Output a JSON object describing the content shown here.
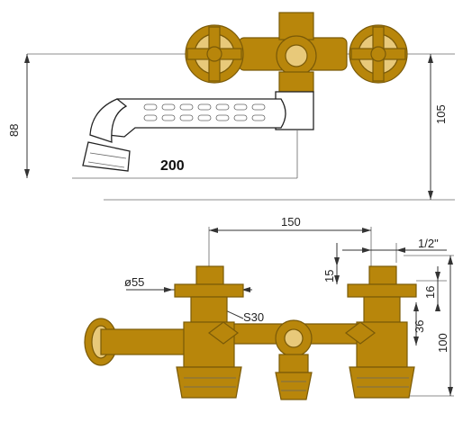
{
  "top_view": {
    "dim_height_left": "88",
    "dim_height_right": "105",
    "dim_spout_length": "200"
  },
  "front_view": {
    "dim_width": "150",
    "dim_thread": "1/2\"",
    "dim_diameter": "ø55",
    "dim_nut": "S30",
    "dim_15": "15",
    "dim_16": "16",
    "dim_36": "36",
    "dim_100": "100"
  },
  "colors": {
    "brass": "#b8860b",
    "brass_highlight": "#e8c97a",
    "line": "#333333"
  }
}
